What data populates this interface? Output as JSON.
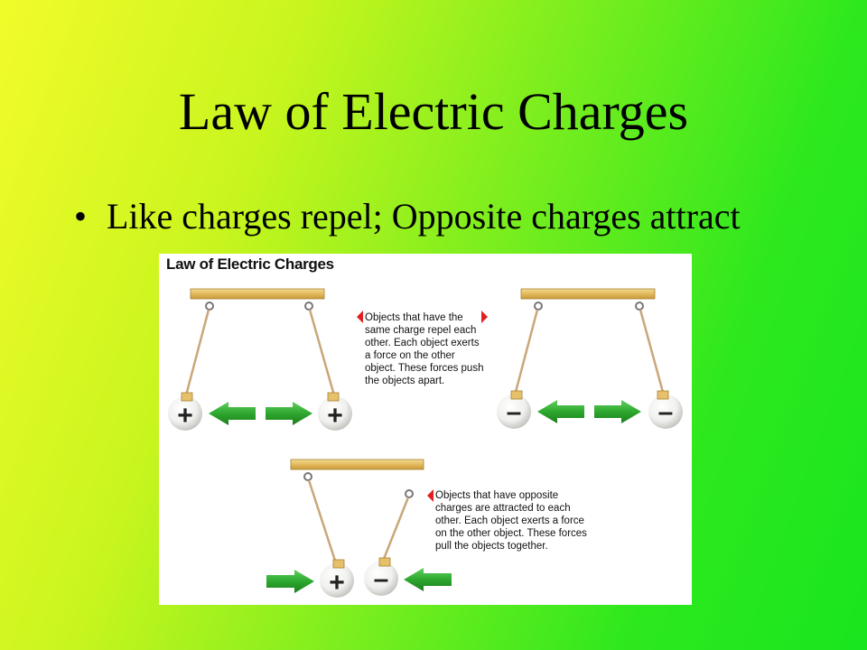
{
  "slide": {
    "title": "Law of Electric Charges",
    "bullet": "Like charges repel; Opposite charges attract"
  },
  "figure": {
    "title": "Law of Electric Charges",
    "repel_caption": "Objects that have the same charge repel each other. Each object exerts a force on the other object. These forces push the objects apart.",
    "attract_caption": "Objects that have opposite charges are attracted to each other. Each object exerts a force on the other object. These forces pull the objects together.",
    "signs": {
      "positive": "+",
      "negative": "–"
    }
  },
  "colors": {
    "background_left": "#f2fb2a",
    "background_right": "#18e61e",
    "arrow_green": "#2ea82e",
    "pointer_red": "#e32020",
    "rod_wood": "#e8c46a"
  }
}
